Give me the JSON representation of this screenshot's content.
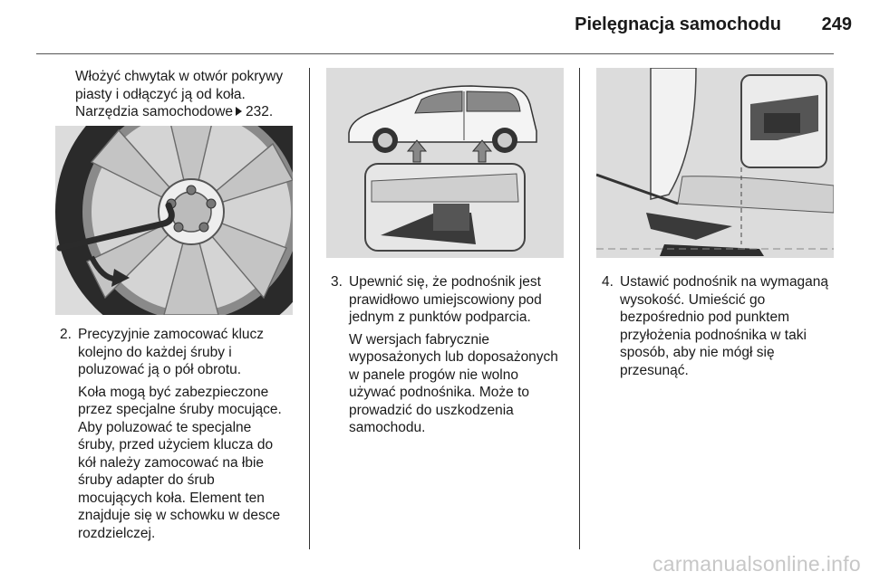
{
  "header": {
    "title": "Pielęgnacja samochodu",
    "page_number": "249"
  },
  "col1": {
    "intro_line1": "Włożyć chwytak w otwór pokrywy",
    "intro_line2": "piasty i odłączyć ją od koła.",
    "intro_ref_text": "Narzędzia samochodowe",
    "intro_ref_page": "232.",
    "ref_icon": "page-reference-arrow-icon",
    "step2_number": "2.",
    "step2_lines": [
      "Precyzyjnie zamocować klucz",
      "kolejno do każdej śruby i",
      "poluzować ją o pół obrotu."
    ],
    "step2_note_lines": [
      "Koła mogą być zabezpieczone",
      "przez specjalne śruby mocujące.",
      "Aby poluzować te specjalne",
      "śruby, przed użyciem klucza do",
      "kół należy zamocować na łbie",
      "śruby adapter do śrub",
      "mocujących koła. Element ten",
      "znajduje się w schowku w desce",
      "rozdzielczej."
    ]
  },
  "col2": {
    "step3_number": "3.",
    "step3_lines": [
      "Upewnić się, że podnośnik jest",
      "prawidłowo umiejscowiony pod",
      "jednym z punktów podparcia."
    ],
    "step3_note_lines": [
      "W wersjach fabrycznie",
      "wyposażonych lub doposażonych",
      "w panele progów nie wolno",
      "używać podnośnika. Może to",
      "prowadzić do uszkodzenia",
      "samochodu."
    ]
  },
  "col3": {
    "step4_number": "4.",
    "step4_lines": [
      "Ustawić podnośnik na wymaganą",
      "wysokość. Umieścić go",
      "bezpośrednio pod punktem",
      "przyłożenia podnośnika w taki",
      "sposób, aby nie mógł się",
      "przesunąć."
    ]
  },
  "watermark": "carmanualsonline.info",
  "colors": {
    "figure_bg": "#dcdcdc",
    "text": "#1a1a1a",
    "watermark": "#c7c7c7"
  }
}
